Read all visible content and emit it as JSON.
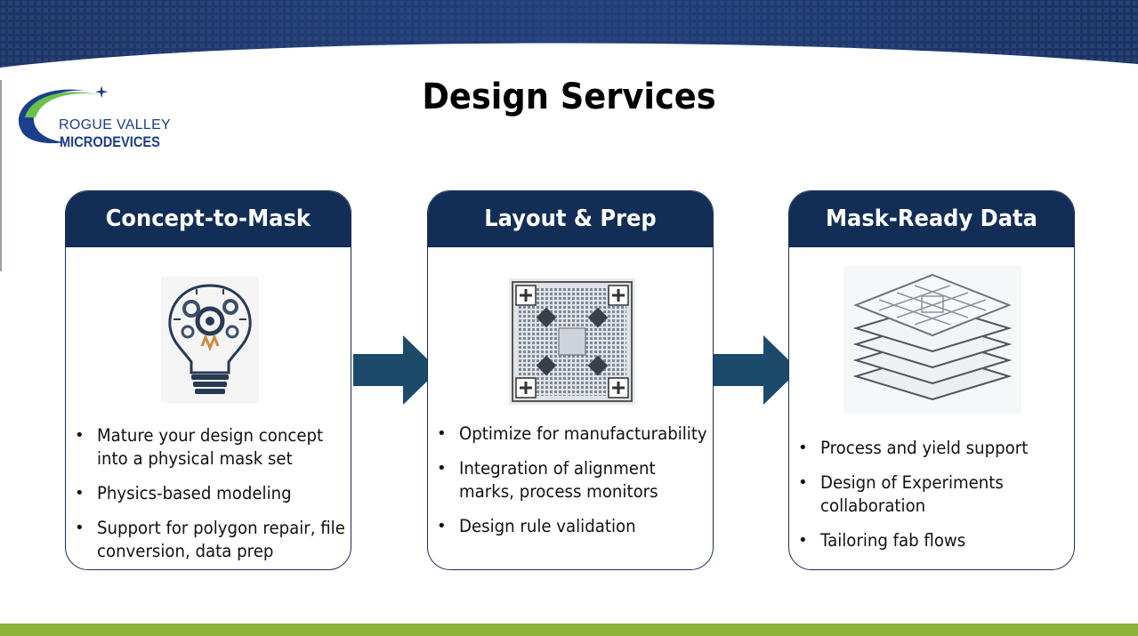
{
  "page": {
    "title": "Design Services"
  },
  "logo": {
    "line1": "ROGUE VALLEY",
    "line2": "MICRODEVICES"
  },
  "colors": {
    "header_navy": "#122e57",
    "arrow_blue": "#1b4a6b",
    "accent_green": "#8db33a",
    "logo_blue": "#1a3f84"
  },
  "cards": [
    {
      "title": "Concept-to-Mask",
      "image_icon": "lightbulb-gears-icon",
      "bullets": [
        "Mature your design concept into a physical mask set",
        "Physics-based modeling",
        "Support for polygon repair, file conversion, data prep"
      ]
    },
    {
      "title": "Layout & Prep",
      "image_icon": "chip-layout-icon",
      "bullets": [
        "Optimize for manufacturability",
        "Integration of alignment marks, process monitors",
        "Design rule validation"
      ]
    },
    {
      "title": "Mask-Ready Data",
      "image_icon": "mask-layers-icon",
      "bullets": [
        "Process and yield support",
        "Design of Experiments collaboration",
        "Tailoring fab flows"
      ]
    }
  ]
}
